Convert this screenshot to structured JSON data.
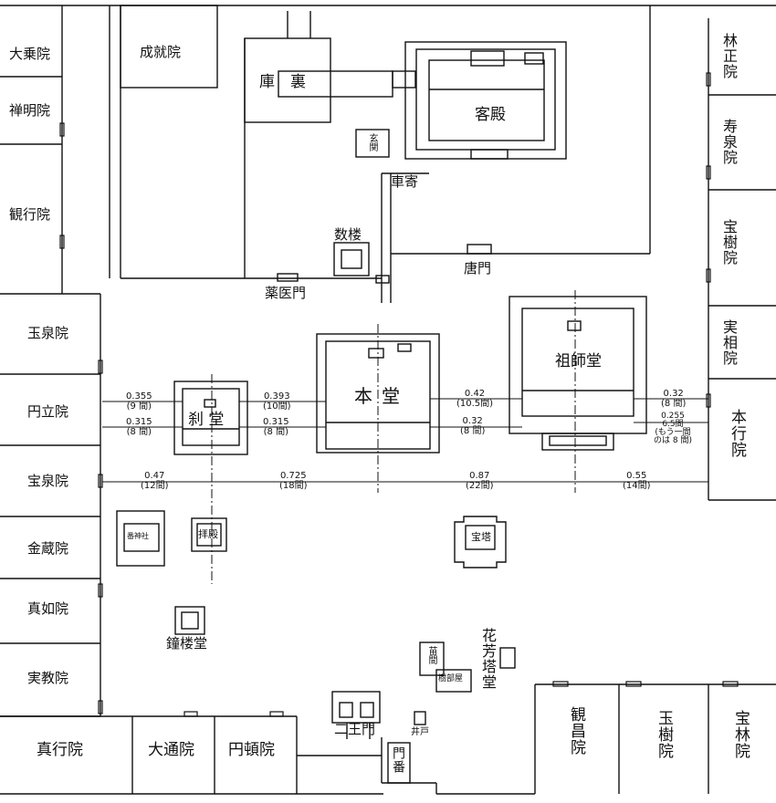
{
  "subtemples_left": [
    "大乗院",
    "禅明院",
    "観行院",
    "玉泉院",
    "円立院",
    "宝泉院",
    "金蔵院",
    "真如院",
    "実教院"
  ],
  "subtemples_right": [
    "林正院",
    "寿泉院",
    "宝樹院",
    "実相院",
    "本行院"
  ],
  "subtemples_bottom_left": [
    "真行院",
    "大通院",
    "円頓院"
  ],
  "subtemples_bottom_right": [
    "観昌院",
    "玉樹院",
    "宝林院"
  ],
  "buildings": {
    "jojuin": "成就院",
    "kuri_a": "庫",
    "kuri_b": "裏",
    "kyakuden": "客殿",
    "genkan": "玄関",
    "kurumayose": "車寄",
    "shuro": "数楼",
    "karamon": "唐門",
    "yakuimon": "薬医門",
    "hondo_a": "本",
    "hondo_b": "堂",
    "soshido": "祖師堂",
    "setsudo": "刹 堂",
    "haiden": "拝殿",
    "shrine": "番神社",
    "hoto": "宝塔",
    "shorodo": "鐘楼堂",
    "kahoto": "花芳塔堂",
    "kobo": "苗間",
    "kashibeya": "樹部屋",
    "niomon": "二王門",
    "ido": "井戸",
    "monban": "門番"
  },
  "dimensions": {
    "d1": "0.355",
    "d1b": "(9 間)",
    "d2": "0.315",
    "d2b": "(8 間)",
    "d3": "0.393",
    "d3b": "(10間)",
    "d4": "0.315",
    "d4b": "(8 間)",
    "d5": "0.42",
    "d5b": "(10.5間)",
    "d6": "0.32",
    "d6b": "(8 間)",
    "d7": "0.32",
    "d7b": "(8 間)",
    "d8": "0.255",
    "d8b": "6.5間",
    "d8c": "(もう一間",
    "d8d": "のは 8 間)",
    "r1": "0.47",
    "r1b": "(12間)",
    "r2": "0.725",
    "r2b": "(18間)",
    "r3": "0.87",
    "r3b": "(22間)",
    "r4": "0.55",
    "r4b": "(14間)"
  }
}
